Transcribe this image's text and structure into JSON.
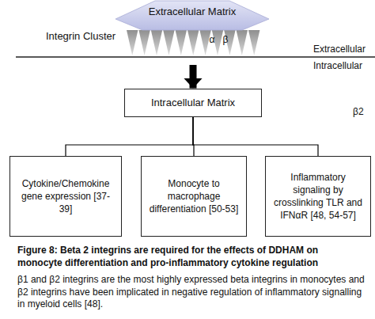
{
  "diagram": {
    "caption": "Figure 8: Beta 2 integrins are required for the effects of DDHAM on monocyte differentiation and pro-inflammatory cytokine regulation",
    "nodes": [
      {
        "text": [
          "Extracellular Matrix"
        ]
      },
      {
        "text": [
          "Intracellular Matrix"
        ]
      },
      {
        "text": [
          "Cytokine/Chemokine gene expression [37-39]"
        ]
      },
      {
        "text": [
          "Monocyte to macrophage differentiation [50-53]"
        ]
      },
      {
        "text": [
          "Inflammatory signaling by crosslinking TLR and IFNαR [48, 54-57]"
        ]
      }
    ],
    "edges": [
      {
        "from": 0,
        "to": 1,
        "arrow": "to"
      },
      {
        "from": 1,
        "to": 2,
        "arrow": "none"
      },
      {
        "from": 1,
        "to": 3,
        "arrow": "none"
      },
      {
        "from": 1,
        "to": 4,
        "arrow": "none"
      }
    ],
    "labels": [
      "Integrin Cluster",
      "α",
      "β",
      "Extracellular",
      "Intracellular",
      "β2",
      "β1 and β2 integrins are the most highly expressed beta integrins in monocytes and β2 integrins have been implicated in negative regulation of inflammatory signalling in myeloid cells [48]."
    ]
  }
}
